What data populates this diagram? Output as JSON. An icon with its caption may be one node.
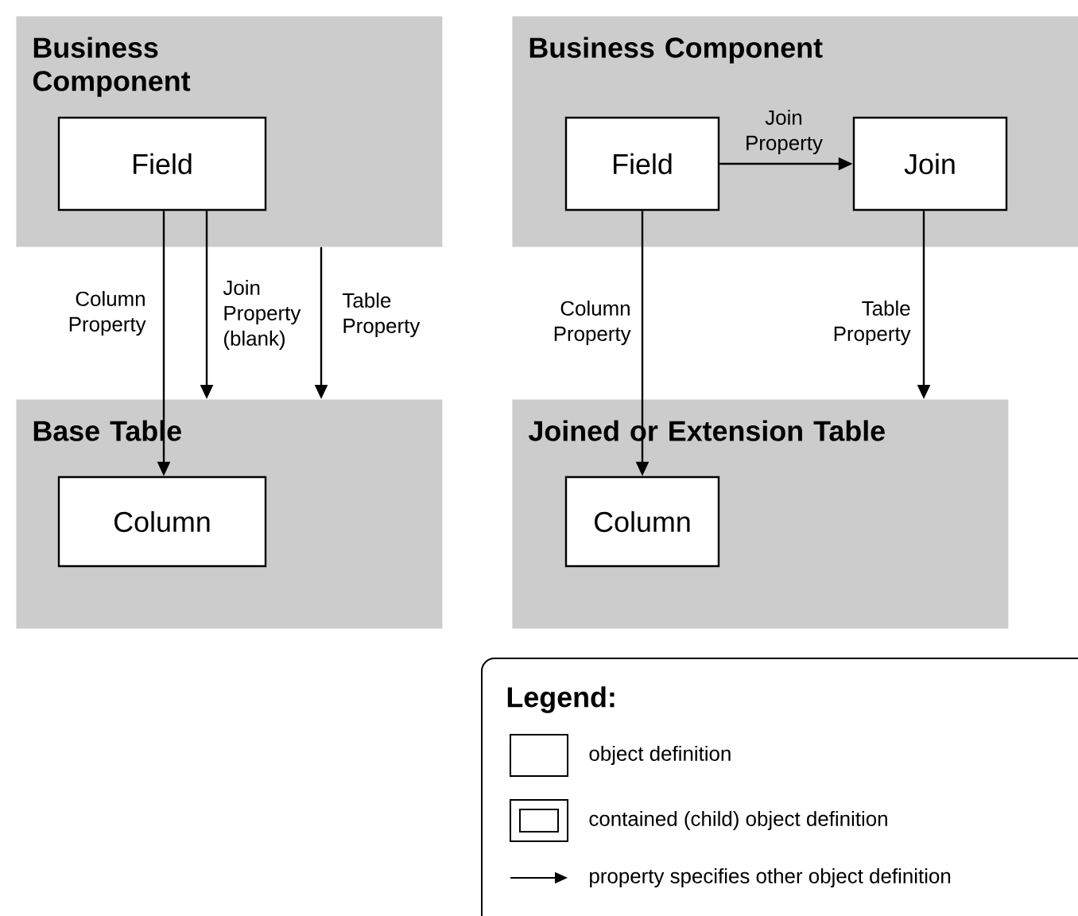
{
  "diagram": {
    "nodes": [
      {
        "text": [
          "Business Component"
        ]
      },
      {
        "text": [
          "Field"
        ],
        "in": 0
      },
      {
        "text": [
          "Base Table"
        ]
      },
      {
        "text": [
          "Column"
        ],
        "in": 2
      },
      {
        "text": [
          "Business Component"
        ]
      },
      {
        "text": [
          "Field"
        ],
        "in": 4
      },
      {
        "text": [
          "Join"
        ],
        "in": 4
      },
      {
        "text": [
          "Joined or Extension Table"
        ]
      },
      {
        "text": [
          "Column"
        ],
        "in": 7
      }
    ],
    "edges": [
      {
        "from": 1,
        "to": 3,
        "arrow": "to",
        "label": "Column Property"
      },
      {
        "from": 1,
        "to": 2,
        "arrow": "to",
        "label": "Join Property (blank)"
      },
      {
        "from": 0,
        "to": 2,
        "arrow": "to",
        "label": "Table Property"
      },
      {
        "from": 5,
        "to": 6,
        "arrow": "to",
        "label": "Join Property"
      },
      {
        "from": 5,
        "to": 8,
        "arrow": "to",
        "label": "Column Property"
      },
      {
        "from": 6,
        "to": 7,
        "arrow": "to",
        "label": "Table Property"
      }
    ],
    "labels": [
      "Legend:"
    ],
    "legend": [
      {
        "text": "object definition"
      },
      {
        "text": "contained (child) object definition"
      },
      {
        "text": "property specifies other object definition"
      }
    ]
  }
}
